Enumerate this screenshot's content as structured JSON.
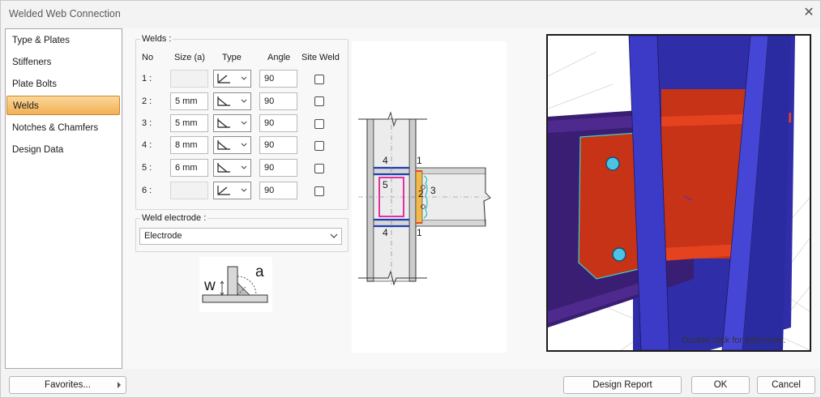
{
  "window": {
    "title": "Welded Web Connection",
    "close_icon": "close-icon"
  },
  "sidebar": {
    "items": [
      {
        "label": "Type & Plates",
        "active": false
      },
      {
        "label": "Stiffeners",
        "active": false
      },
      {
        "label": "Plate Bolts",
        "active": false
      },
      {
        "label": "Welds",
        "active": true
      },
      {
        "label": "Notches & Chamfers",
        "active": false
      },
      {
        "label": "Design Data",
        "active": false
      }
    ],
    "active_color": "#f5c271"
  },
  "welds": {
    "group_label": "Welds :",
    "headers": {
      "no": "No",
      "size": "Size (a)",
      "type": "Type",
      "angle": "Angle",
      "site_weld": "Site Weld"
    },
    "rows": [
      {
        "no": "1 :",
        "size": "",
        "size_enabled": false,
        "type_icon": "fillet-weld-icon",
        "angle": "90",
        "site_weld": false
      },
      {
        "no": "2 :",
        "size": "5 mm",
        "size_enabled": true,
        "type_icon": "fillet-weld-icon",
        "angle": "90",
        "site_weld": false
      },
      {
        "no": "3 :",
        "size": "5 mm",
        "size_enabled": true,
        "type_icon": "fillet-weld-icon",
        "angle": "90",
        "site_weld": false
      },
      {
        "no": "4 :",
        "size": "8 mm",
        "size_enabled": true,
        "type_icon": "fillet-weld-icon",
        "angle": "90",
        "site_weld": false
      },
      {
        "no": "5 :",
        "size": "6 mm",
        "size_enabled": true,
        "type_icon": "fillet-weld-icon",
        "angle": "90",
        "site_weld": false
      },
      {
        "no": "6 :",
        "size": "",
        "size_enabled": false,
        "type_icon": "fillet-weld-icon",
        "angle": "90",
        "site_weld": false
      }
    ]
  },
  "electrode": {
    "group_label": "Weld electrode :",
    "selected": "Electrode"
  },
  "weld_symbol": {
    "w_label": "w",
    "a_label": "a"
  },
  "diagram": {
    "labels": {
      "top_left": "4",
      "top_right": "1",
      "mid_left": "5",
      "mid_right_a": "2",
      "mid_right_b": "3",
      "bottom_left": "4",
      "bottom_right": "1"
    }
  },
  "view3d": {
    "hint": "Double click for fullscreen."
  },
  "footer": {
    "favorites_label": "Favorites...",
    "design_report_label": "Design Report",
    "ok_label": "OK",
    "cancel_label": "Cancel"
  }
}
